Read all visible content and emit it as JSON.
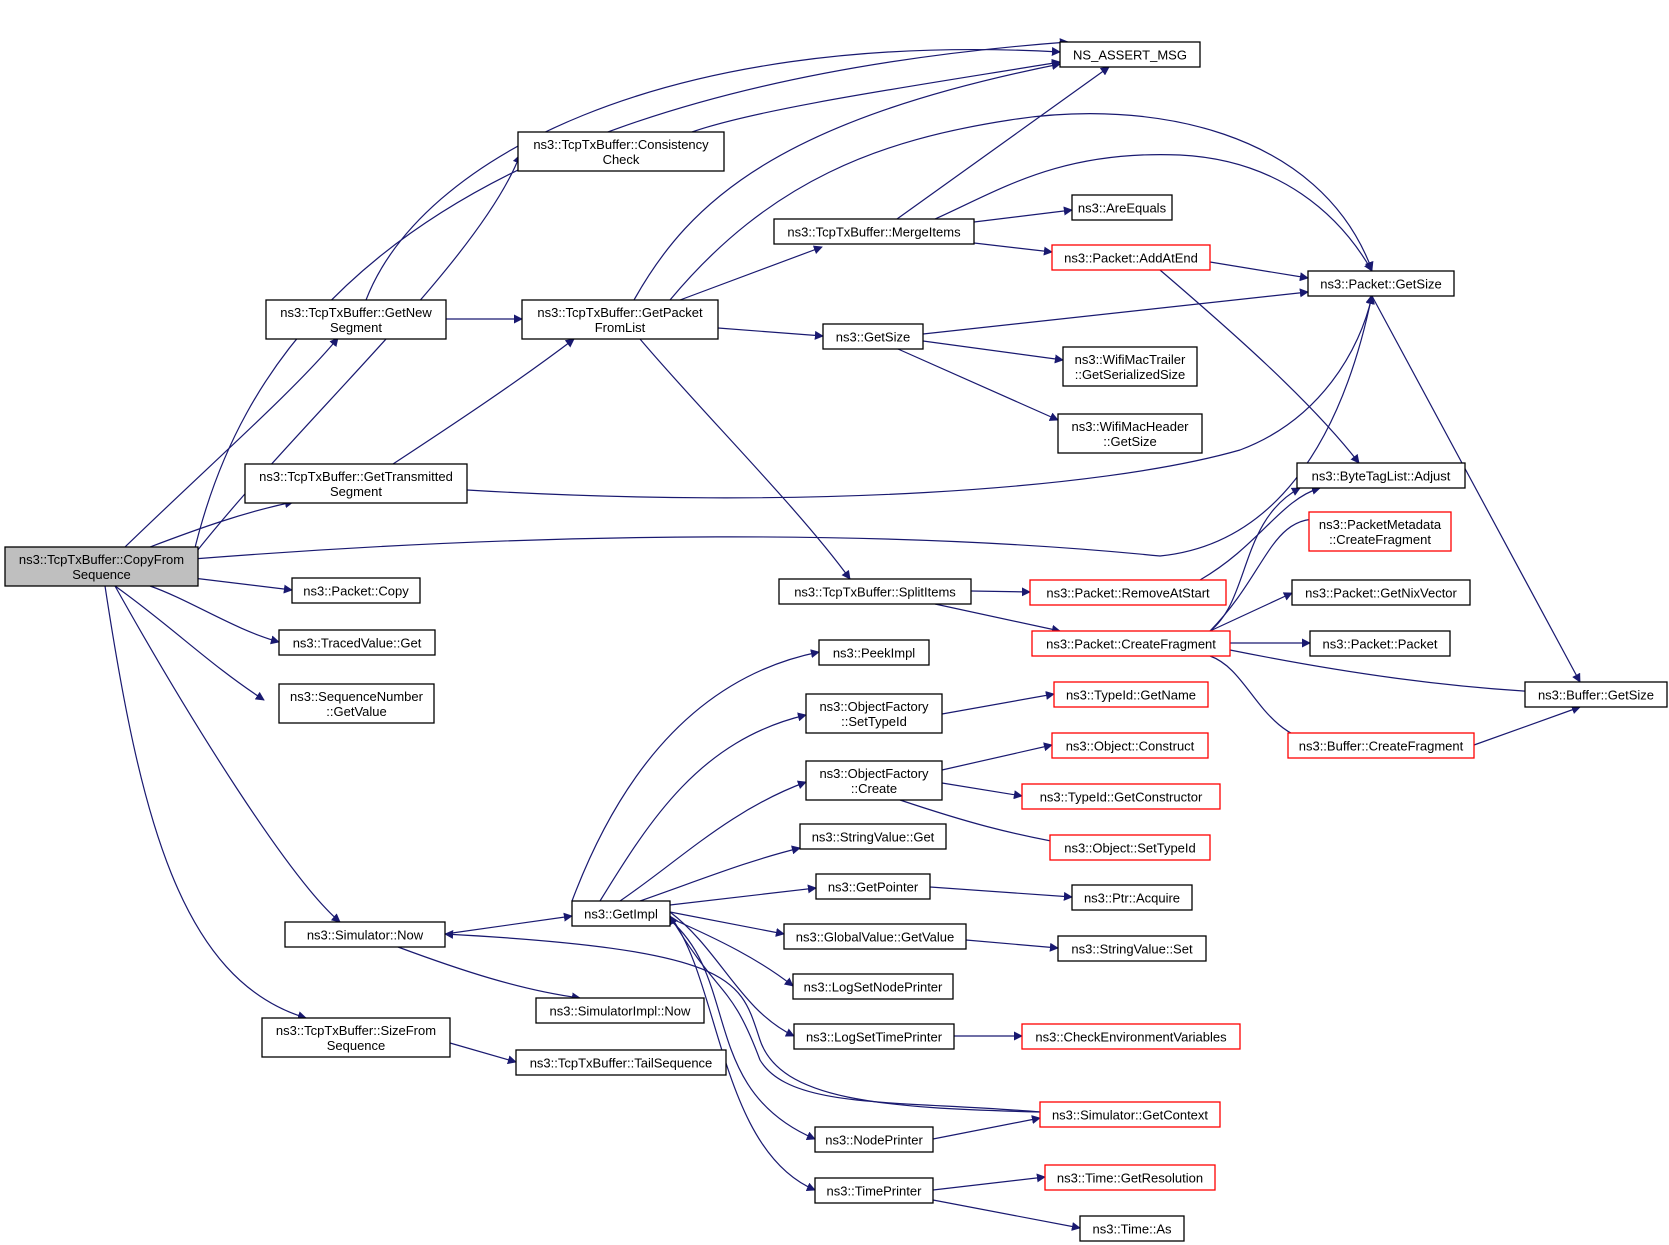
{
  "graph": {
    "edge_color": "#191970",
    "node_border": "#000000",
    "highlight_border": "#ff0000",
    "root_fill": "#bfbfbf",
    "nodes": [
      {
        "id": "copyfrom",
        "lines": [
          "ns3::TcpTxBuffer::CopyFrom",
          "Sequence"
        ],
        "root": true
      },
      {
        "id": "nsassert",
        "lines": [
          "NS_ASSERT_MSG"
        ]
      },
      {
        "id": "consistency",
        "lines": [
          "ns3::TcpTxBuffer::Consistency",
          "Check"
        ]
      },
      {
        "id": "getnewseg",
        "lines": [
          "ns3::TcpTxBuffer::GetNew",
          "Segment"
        ]
      },
      {
        "id": "getpacketfl",
        "lines": [
          "ns3::TcpTxBuffer::GetPacket",
          "FromList"
        ]
      },
      {
        "id": "mergeitems",
        "lines": [
          "ns3::TcpTxBuffer::MergeItems"
        ]
      },
      {
        "id": "areequals",
        "lines": [
          "ns3::AreEquals"
        ]
      },
      {
        "id": "addatend",
        "lines": [
          "ns3::Packet::AddAtEnd"
        ],
        "highlight": true
      },
      {
        "id": "pktgetsize",
        "lines": [
          "ns3::Packet::GetSize"
        ]
      },
      {
        "id": "getsize",
        "lines": [
          "ns3::GetSize"
        ]
      },
      {
        "id": "wifitrailer",
        "lines": [
          "ns3::WifiMacTrailer",
          "::GetSerializedSize"
        ]
      },
      {
        "id": "wifiheader",
        "lines": [
          "ns3::WifiMacHeader",
          "::GetSize"
        ]
      },
      {
        "id": "gettransseg",
        "lines": [
          "ns3::TcpTxBuffer::GetTransmitted",
          "Segment"
        ]
      },
      {
        "id": "bytetag",
        "lines": [
          "ns3::ByteTagList::Adjust"
        ]
      },
      {
        "id": "pmcreatefrag",
        "lines": [
          "ns3::PacketMetadata",
          "::CreateFragment"
        ],
        "highlight": true
      },
      {
        "id": "pktcopy",
        "lines": [
          "ns3::Packet::Copy"
        ]
      },
      {
        "id": "splititems",
        "lines": [
          "ns3::TcpTxBuffer::SplitItems"
        ]
      },
      {
        "id": "removeatstart",
        "lines": [
          "ns3::Packet::RemoveAtStart"
        ],
        "highlight": true
      },
      {
        "id": "getnixvector",
        "lines": [
          "ns3::Packet::GetNixVector"
        ]
      },
      {
        "id": "tracedget",
        "lines": [
          "ns3::TracedValue::Get"
        ]
      },
      {
        "id": "pktcreatefrag",
        "lines": [
          "ns3::Packet::CreateFragment"
        ],
        "highlight": true
      },
      {
        "id": "pktpacket",
        "lines": [
          "ns3::Packet::Packet"
        ]
      },
      {
        "id": "peekimpl",
        "lines": [
          "ns3::PeekImpl"
        ]
      },
      {
        "id": "seqgetvalue",
        "lines": [
          "ns3::SequenceNumber",
          "::GetValue"
        ]
      },
      {
        "id": "ofsettypeid",
        "lines": [
          "ns3::ObjectFactory",
          "::SetTypeId"
        ]
      },
      {
        "id": "typeidgetname",
        "lines": [
          "ns3::TypeId::GetName"
        ],
        "highlight": true
      },
      {
        "id": "bufgetsize",
        "lines": [
          "ns3::Buffer::GetSize"
        ]
      },
      {
        "id": "bufcreatefrag",
        "lines": [
          "ns3::Buffer::CreateFragment"
        ],
        "highlight": true
      },
      {
        "id": "objconstruct",
        "lines": [
          "ns3::Object::Construct"
        ],
        "highlight": true
      },
      {
        "id": "ofcreate",
        "lines": [
          "ns3::ObjectFactory",
          "::Create"
        ]
      },
      {
        "id": "typeidgetctor",
        "lines": [
          "ns3::TypeId::GetConstructor"
        ],
        "highlight": true
      },
      {
        "id": "strvalget",
        "lines": [
          "ns3::StringValue::Get"
        ]
      },
      {
        "id": "objsettypeid",
        "lines": [
          "ns3::Object::SetTypeId"
        ],
        "highlight": true
      },
      {
        "id": "getpointer",
        "lines": [
          "ns3::GetPointer"
        ]
      },
      {
        "id": "ptracquire",
        "lines": [
          "ns3::Ptr::Acquire"
        ]
      },
      {
        "id": "getimpl",
        "lines": [
          "ns3::GetImpl"
        ]
      },
      {
        "id": "simnow",
        "lines": [
          "ns3::Simulator::Now"
        ]
      },
      {
        "id": "gvgetvalue",
        "lines": [
          "ns3::GlobalValue::GetValue"
        ]
      },
      {
        "id": "strvalset",
        "lines": [
          "ns3::StringValue::Set"
        ]
      },
      {
        "id": "logsetnode",
        "lines": [
          "ns3::LogSetNodePrinter"
        ]
      },
      {
        "id": "simimplnow",
        "lines": [
          "ns3::SimulatorImpl::Now"
        ]
      },
      {
        "id": "sizefromseq",
        "lines": [
          "ns3::TcpTxBuffer::SizeFrom",
          "Sequence"
        ]
      },
      {
        "id": "logsettime",
        "lines": [
          "ns3::LogSetTimePrinter"
        ]
      },
      {
        "id": "checkenv",
        "lines": [
          "ns3::CheckEnvironmentVariables"
        ],
        "highlight": true
      },
      {
        "id": "tailseq",
        "lines": [
          "ns3::TcpTxBuffer::TailSequence"
        ]
      },
      {
        "id": "simgetctx",
        "lines": [
          "ns3::Simulator::GetContext"
        ],
        "highlight": true
      },
      {
        "id": "nodeprinter",
        "lines": [
          "ns3::NodePrinter"
        ]
      },
      {
        "id": "timegetres",
        "lines": [
          "ns3::Time::GetResolution"
        ],
        "highlight": true
      },
      {
        "id": "timeprinter",
        "lines": [
          "ns3::TimePrinter"
        ]
      },
      {
        "id": "timeas",
        "lines": [
          "ns3::Time::As"
        ]
      }
    ]
  }
}
